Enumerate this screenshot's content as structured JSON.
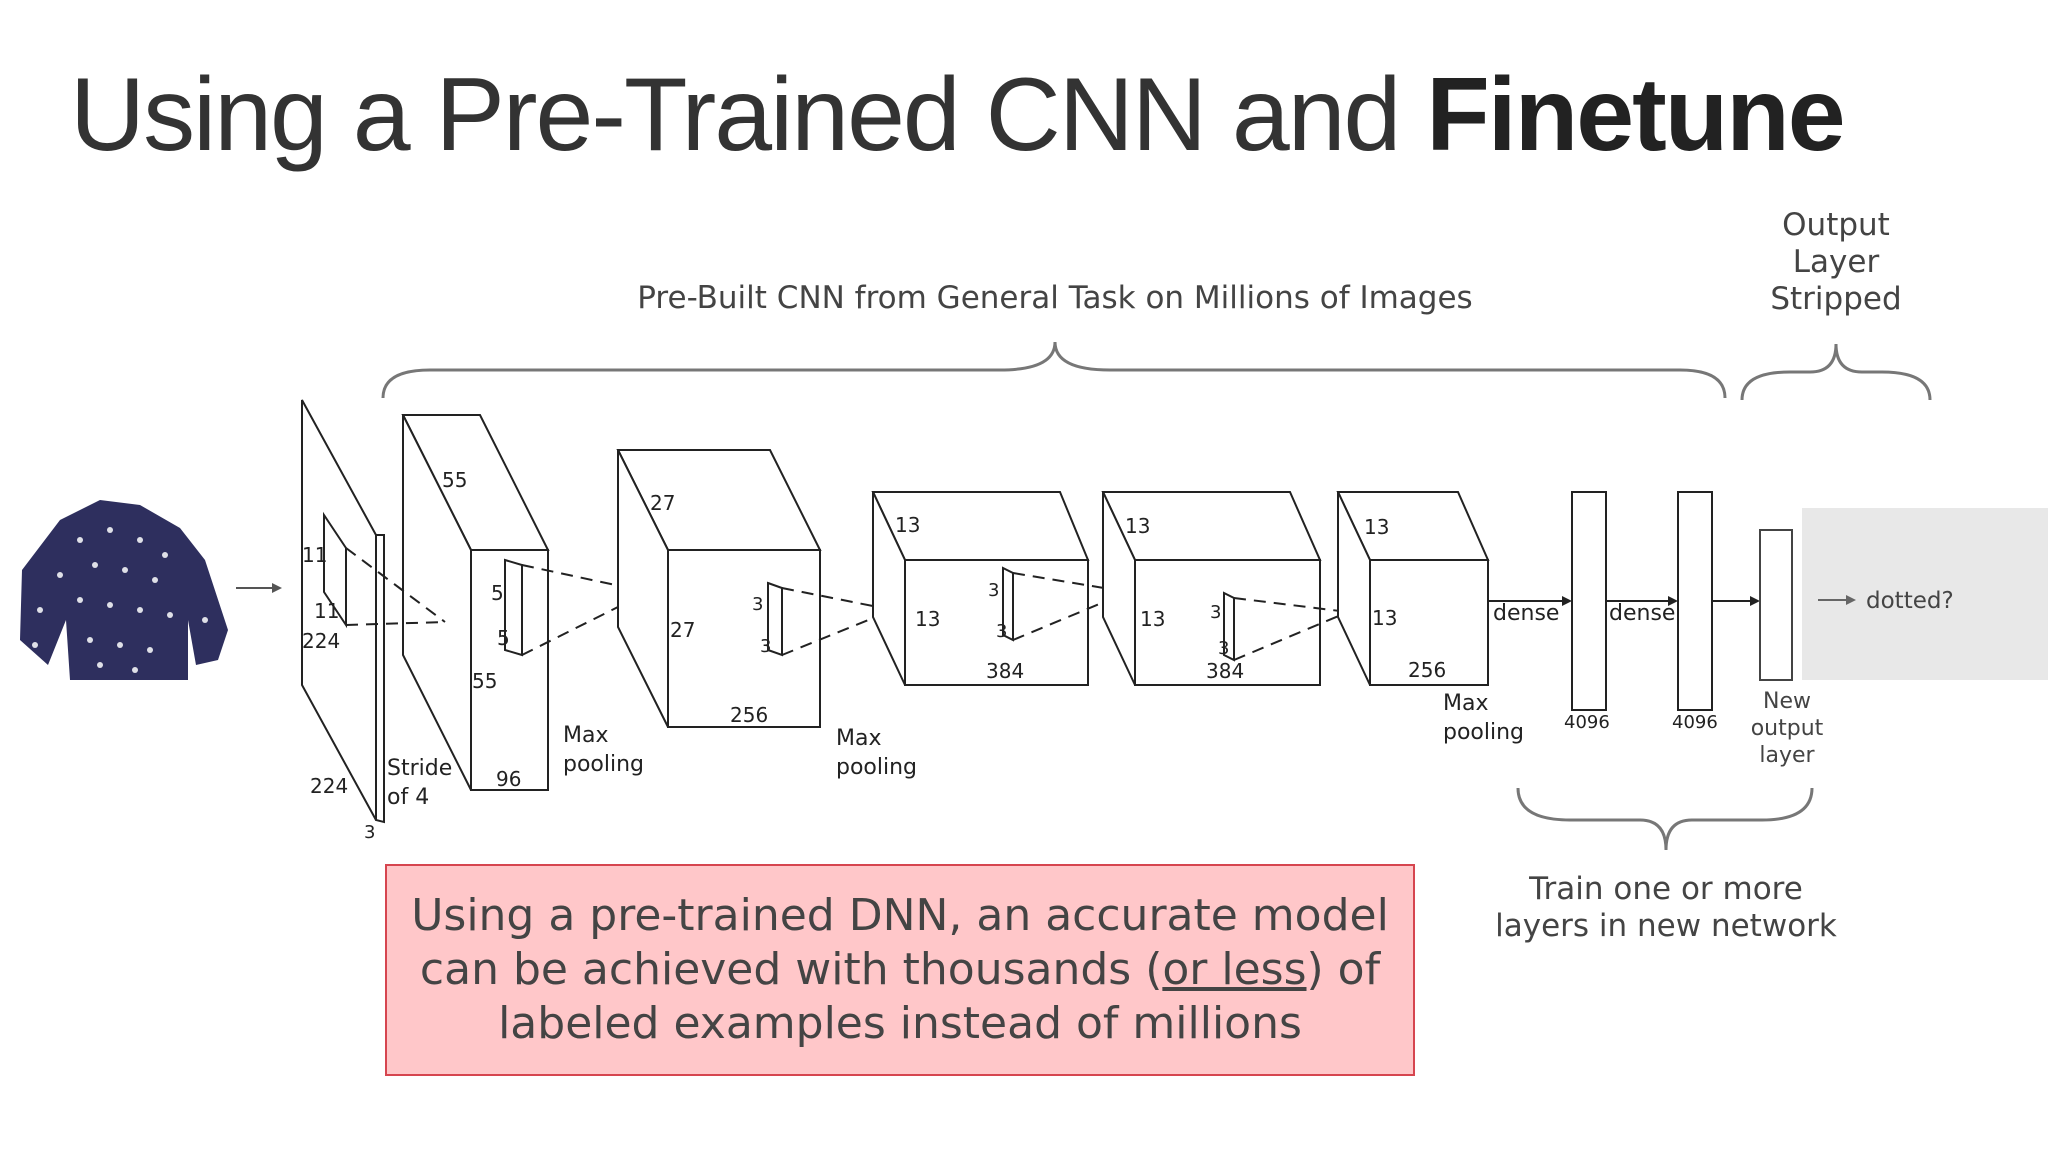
{
  "slide": {
    "title_plain": "Using a Pre-Trained CNN and ",
    "title_bold": "Finetune"
  },
  "annotations": {
    "prebuilt_caption": "Pre-Built CNN from General Task on Millions of Images",
    "output_stripped_lines": [
      "Output",
      "Layer",
      "Stripped"
    ],
    "train_caption_lines": [
      "Train one or more",
      "layers in new network"
    ],
    "new_output_lines": [
      "New",
      "output",
      "layer"
    ],
    "dotted_label": "dotted?"
  },
  "network_labels": {
    "input_kernel": [
      "11",
      "11"
    ],
    "input_size": [
      "224",
      "224",
      "3"
    ],
    "stride": [
      "Stride",
      "of 4"
    ],
    "conv1": [
      "55",
      "55",
      "96",
      "5",
      "5"
    ],
    "pool1": [
      "Max",
      "pooling"
    ],
    "conv2": [
      "27",
      "27",
      "256",
      "3",
      "3"
    ],
    "pool2": [
      "Max",
      "pooling"
    ],
    "conv3": [
      "13",
      "13",
      "384",
      "3",
      "3"
    ],
    "conv4": [
      "13",
      "13",
      "384",
      "3",
      "3"
    ],
    "conv5": [
      "13",
      "13",
      "256"
    ],
    "pool3": [
      "Max",
      "pooling"
    ],
    "dense1": [
      "dense",
      "4096"
    ],
    "dense2": [
      "dense",
      "4096"
    ]
  },
  "callout": {
    "part1": "Using a pre-trained DNN, an accurate model can be achieved with thousands (",
    "underline1": "or less",
    "part2": ") of labeled examples instead of millions"
  },
  "colors": {
    "callout_bg": "#ffc7c9",
    "callout_border": "#d6454f",
    "shirt": "#2e2f5e",
    "gray_panel": "#e8e8e8"
  },
  "icons": {
    "input_image": "shirt-photo"
  }
}
